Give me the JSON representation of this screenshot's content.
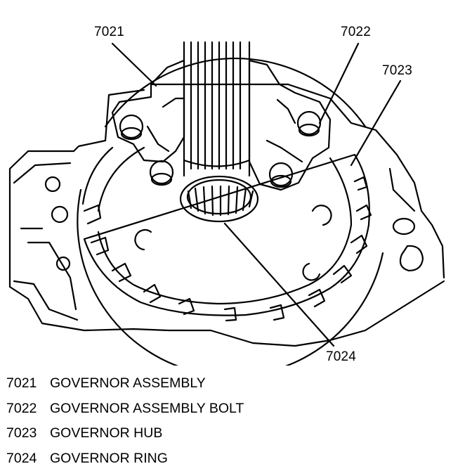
{
  "callouts": {
    "c7021": "7021",
    "c7022": "7022",
    "c7023": "7023",
    "c7024": "7024"
  },
  "legend": [
    {
      "code": "7021",
      "name": "GOVERNOR ASSEMBLY"
    },
    {
      "code": "7022",
      "name": "GOVERNOR ASSEMBLY BOLT"
    },
    {
      "code": "7023",
      "name": "GOVERNOR HUB"
    },
    {
      "code": "7024",
      "name": "GOVERNOR RING"
    }
  ]
}
